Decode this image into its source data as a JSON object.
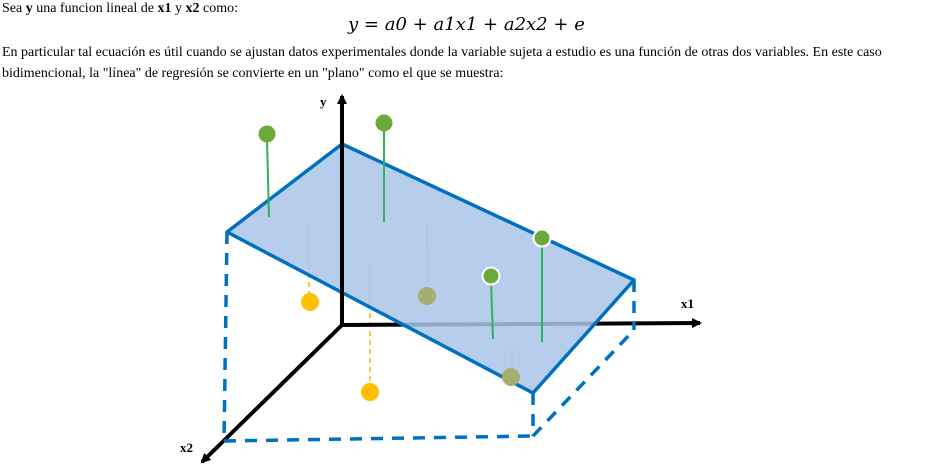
{
  "intro": {
    "prefix": "Sea",
    "var_y": "y",
    "middle": "una funcion lineal de",
    "var_x1": "x1",
    "conj": "y",
    "var_x2": "x2",
    "suffix": "como:"
  },
  "equation": {
    "lhs": "y",
    "eq": "=",
    "t1": "a0",
    "plus1": "+",
    "t2": "a1x1",
    "plus2": "+",
    "t3": "a2x2",
    "plus3": "+",
    "t4": "e"
  },
  "paragraph": {
    "line1": "En particular tal ecuación es útil cuando se ajustan datos experimentales donde la variable sujeta a estudio es una función de otras dos variables. En este caso",
    "line2": "bidimencional, la \"línea\" de regresión se convierte en un \"plano\" como el que se muestra:"
  },
  "figure": {
    "axis_y": "y",
    "axis_x1": "x1",
    "axis_x2": "x2",
    "colors": {
      "plane_fill": "#a9c4e8",
      "plane_edge": "#0070c0",
      "axis": "#000000",
      "point_above": "#6aaa3a",
      "stem_above": "#2db35a",
      "point_below": "#ffc000",
      "point_below_hidden": "#a6ad6e",
      "stem_below": "#f0c020"
    }
  }
}
